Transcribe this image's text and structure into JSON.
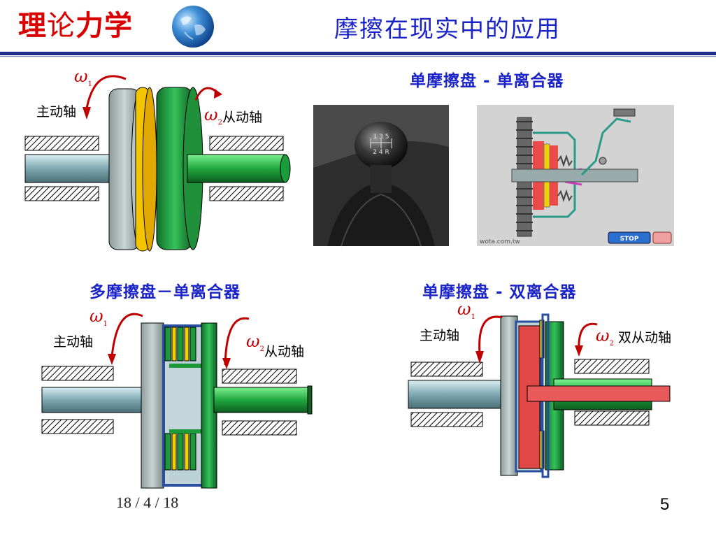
{
  "header": {
    "brand_part1": "理",
    "brand_part2": "论",
    "brand_part3": "力学",
    "title": "摩擦在现实中的应用"
  },
  "diagrams": {
    "single_disc_single_clutch": {
      "caption": "单摩擦盘 - 单离合器",
      "driving_shaft": "主动轴",
      "driven_shaft": "从动轴",
      "omega1": "ω",
      "omega1_sub": "1",
      "omega2": "ω",
      "omega2_sub": "2"
    },
    "multi_disc_single_clutch": {
      "caption": "多摩擦盘－单离合器",
      "driving_shaft": "主动轴",
      "driven_shaft": "从动轴",
      "omega1": "ω",
      "omega1_sub": "1",
      "omega2": "ω",
      "omega2_sub": "2"
    },
    "single_disc_double_clutch": {
      "caption": "单摩擦盘 - 双离合器",
      "driving_shaft": "主动轴",
      "driven_shaft": "双从动轴",
      "omega1": "ω",
      "omega1_sub": "1",
      "omega2": "ω",
      "omega2_sub": "2"
    }
  },
  "photo": {
    "gear_labels": "1 3 5",
    "gear_labels2": "2 4 R"
  },
  "animation": {
    "watermark": "wota.com.tw",
    "stop_button": "STOP"
  },
  "footer": {
    "date": "18 / 4 / 18",
    "page": "5"
  },
  "colors": {
    "title_blue": "#1a23c8",
    "brand_red": "#d90000",
    "omega_red": "#c00000",
    "disc_gray": "#a9b6b6",
    "disc_yellow": "#f3c400",
    "disc_green": "#1c9a3a",
    "shaft_teal": "#8fb8c0"
  }
}
